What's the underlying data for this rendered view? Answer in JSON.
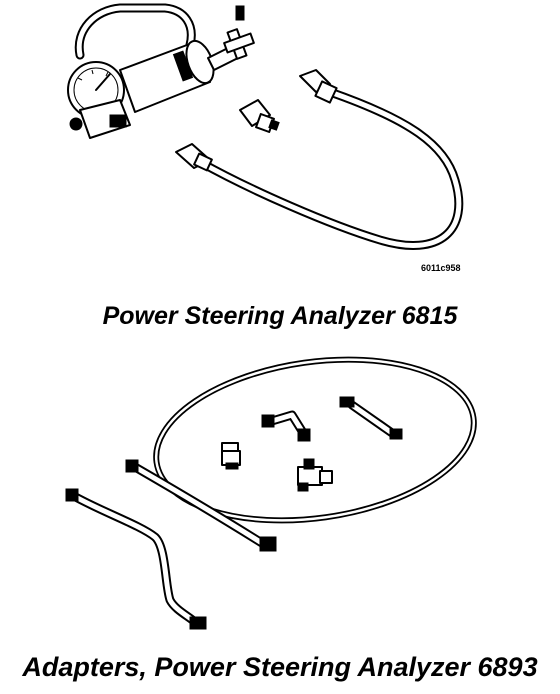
{
  "figures": [
    {
      "figure_code": "6011c958",
      "caption": "Power Steering Analyzer 6815"
    },
    {
      "caption": "Adapters, Power Steering Analyzer 6893"
    }
  ],
  "colors": {
    "ink": "#000000",
    "paper": "#ffffff"
  }
}
